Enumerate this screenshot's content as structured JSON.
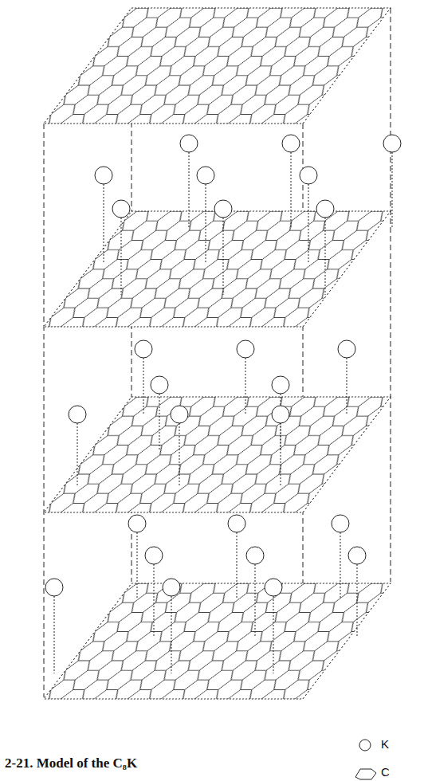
{
  "diagram": {
    "caption": "2-21. Model of the C₈K",
    "legend": [
      {
        "text": "K"
      },
      {
        "text": "C"
      }
    ]
  }
}
